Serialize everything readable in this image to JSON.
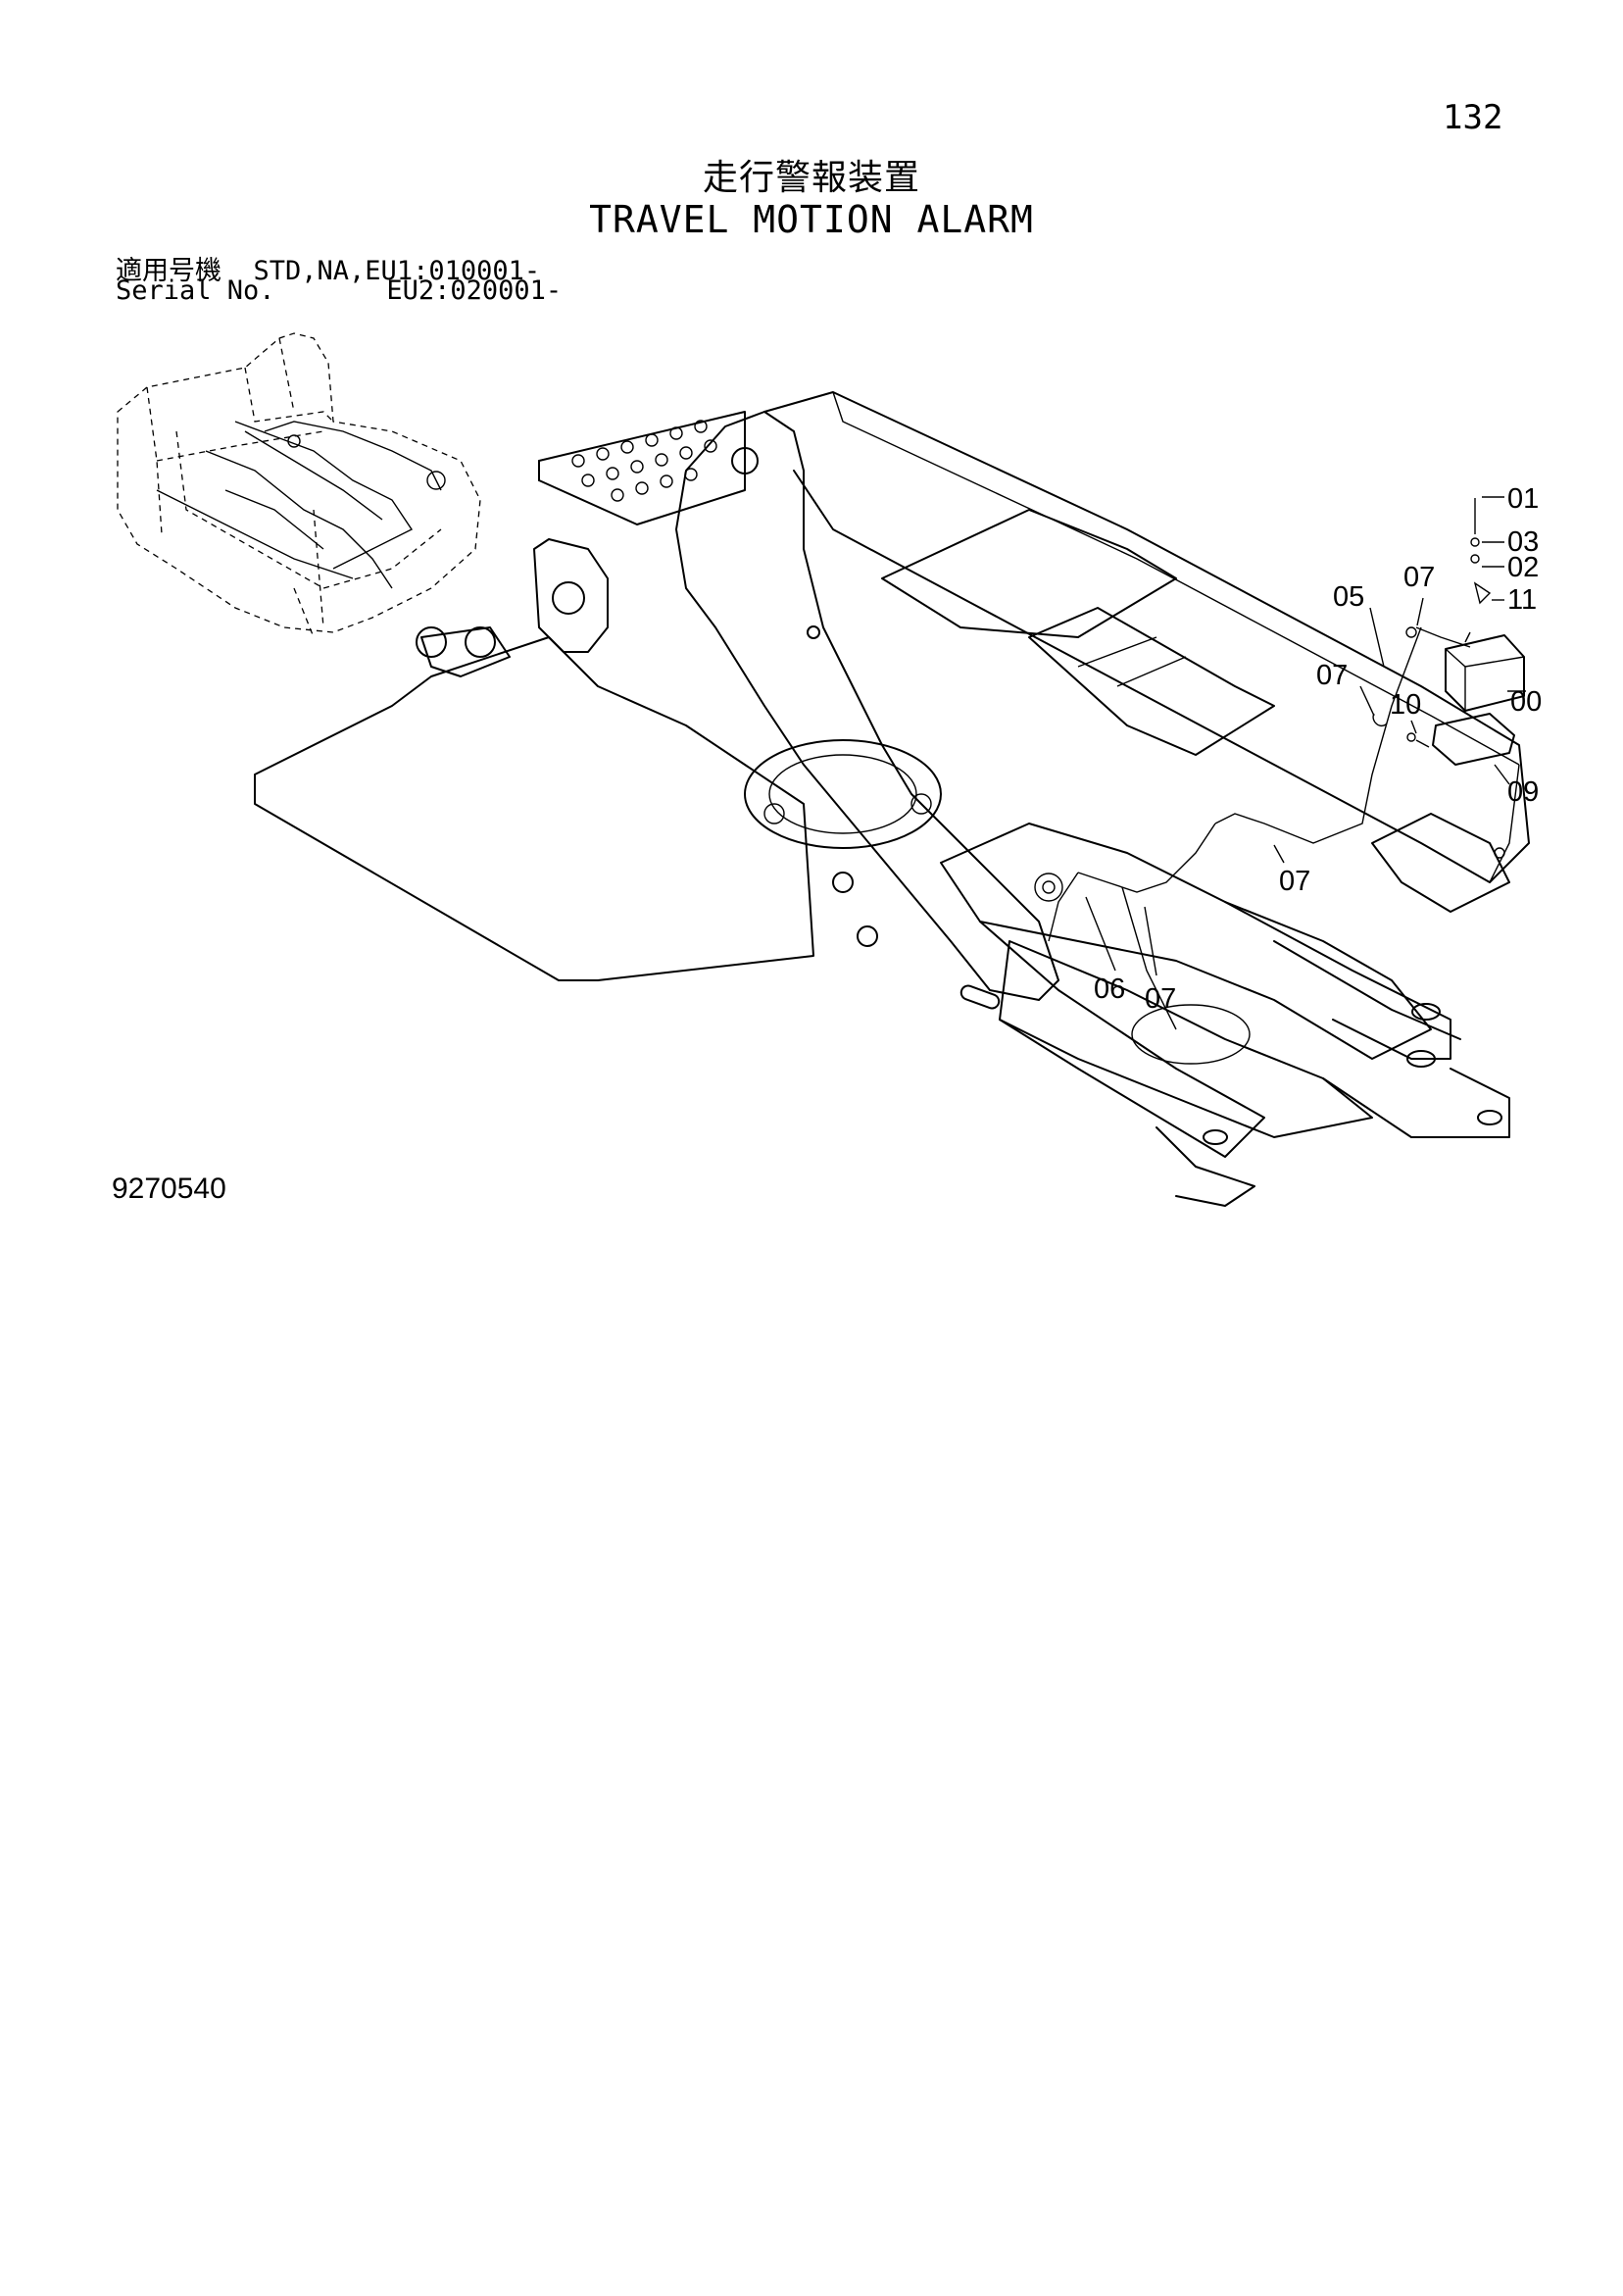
{
  "page": {
    "number": "132",
    "title_jp": "走行警報装置",
    "title_en": "TRAVEL MOTION ALARM",
    "serial": {
      "row1_label": "適用号機",
      "row1_value": "STD,NA,EU1:010001-",
      "row2_label": "Serial No.",
      "row2_value": "EU2:020001-"
    },
    "drawing_number": "9270540"
  },
  "callouts": [
    "01",
    "03",
    "02",
    "11",
    "07",
    "05",
    "07",
    "10",
    "00",
    "09",
    "07",
    "06",
    "07"
  ]
}
